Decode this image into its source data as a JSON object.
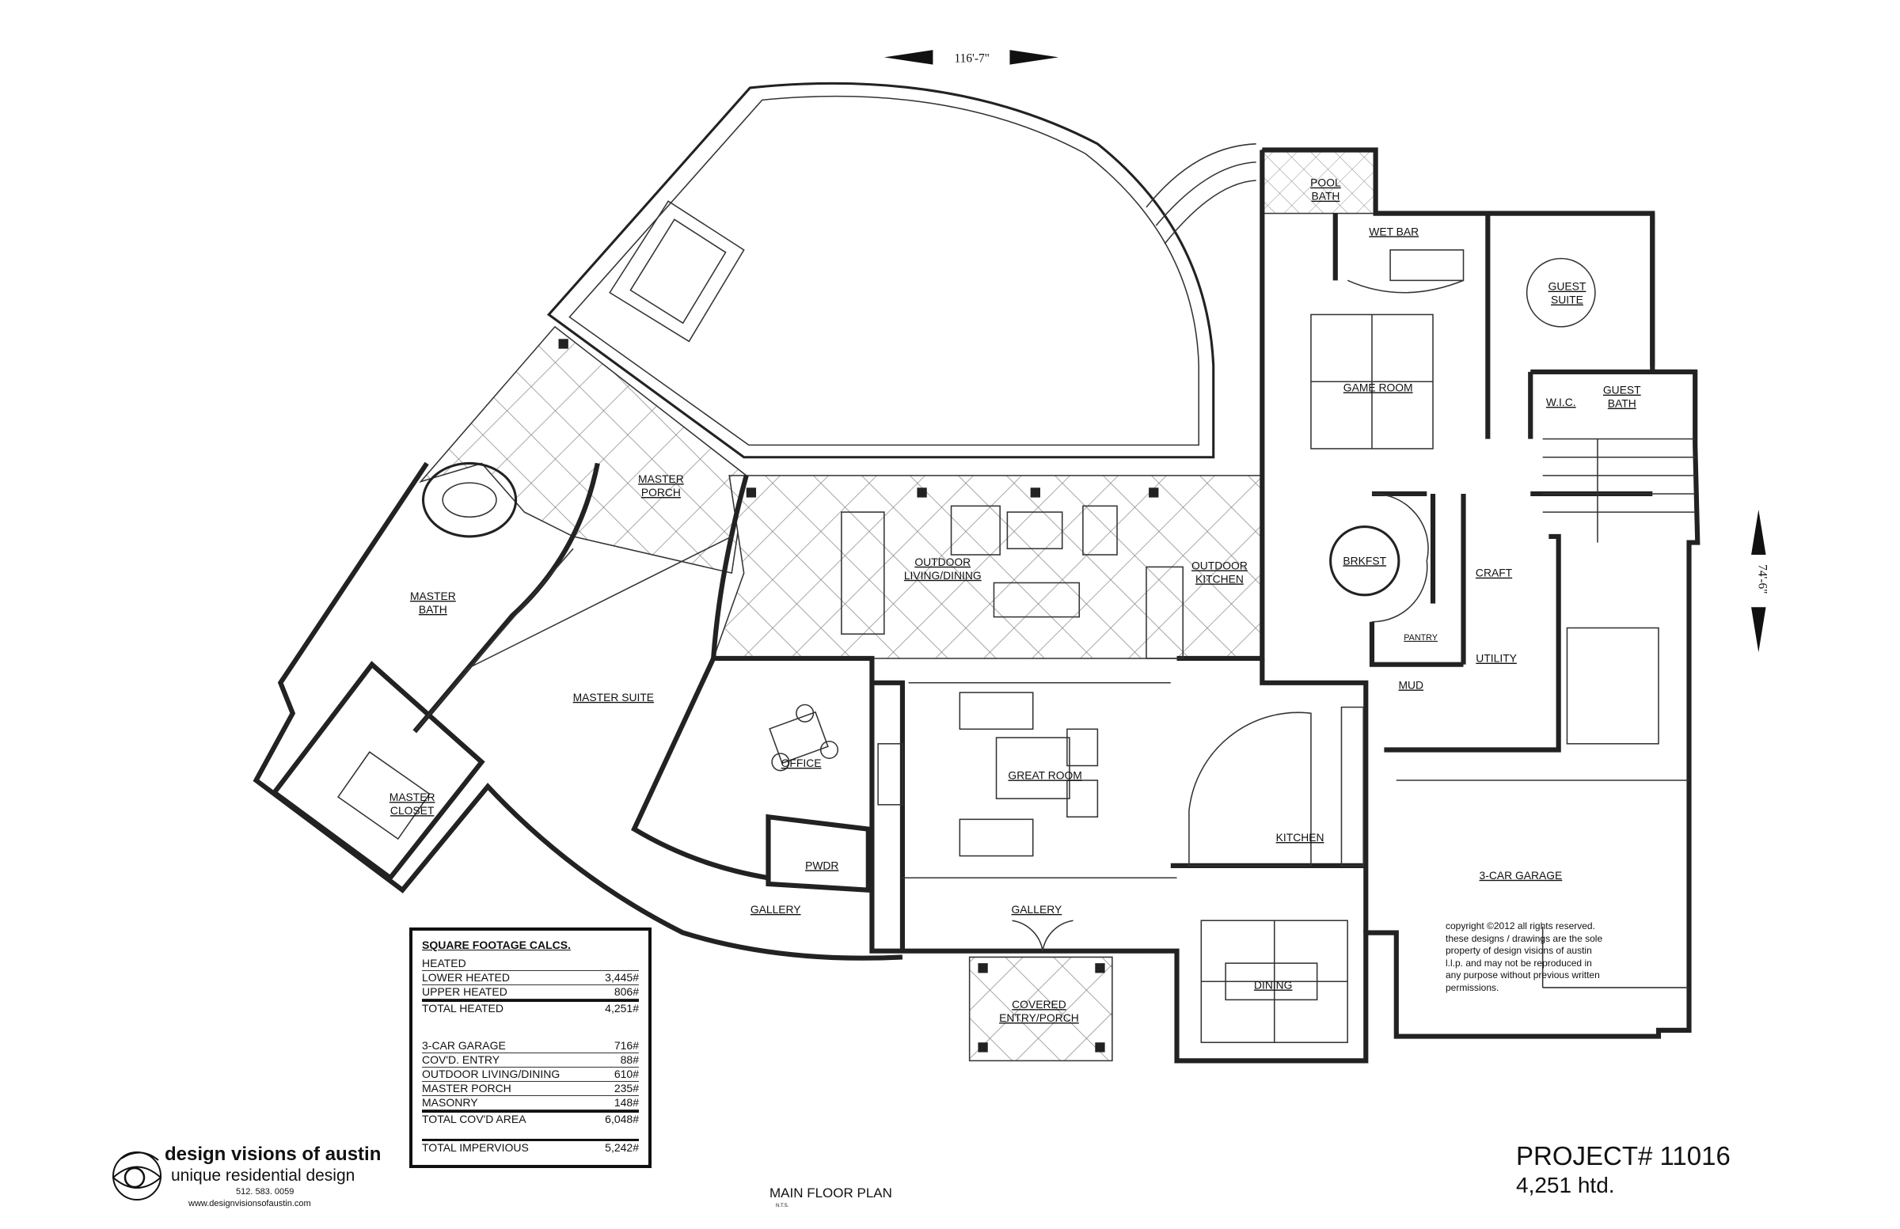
{
  "dimensions": {
    "width_label": "116'-7\"",
    "depth_label": "74'-6\""
  },
  "rooms": {
    "pool_bath": [
      "POOL",
      "BATH"
    ],
    "wet_bar": "WET BAR",
    "guest_suite": [
      "GUEST",
      "SUITE"
    ],
    "game_room": "GAME ROOM",
    "wic": "W.I.C.",
    "guest_bath": [
      "GUEST",
      "BATH"
    ],
    "master_porch": [
      "MASTER",
      "PORCH"
    ],
    "brkfst": "BRKFST",
    "craft": "CRAFT",
    "outdoor_living": [
      "OUTDOOR",
      "LIVING/DINING"
    ],
    "outdoor_kitchen": [
      "OUTDOOR",
      "KITCHEN"
    ],
    "master_bath": [
      "MASTER",
      "BATH"
    ],
    "pantry": "PANTRY",
    "utility": "UTILITY",
    "mud": "MUD",
    "master_suite": "MASTER SUITE",
    "office": "OFFICE",
    "great_room": "GREAT ROOM",
    "master_closet": [
      "MASTER",
      "CLOSET"
    ],
    "kitchen": "KITCHEN",
    "pwdr": "PWDR",
    "garage": "3-CAR GARAGE",
    "gallery_left": "GALLERY",
    "gallery_center": "GALLERY",
    "dining": "DINING",
    "covered_entry": [
      "COVERED",
      "ENTRY/PORCH"
    ]
  },
  "sqft_table": {
    "title": "SQUARE FOOTAGE CALCS.",
    "heated_header": "HEATED",
    "heated_rows": [
      {
        "label": "LOWER HEATED",
        "value": "3,445#"
      },
      {
        "label": "UPPER HEATED",
        "value": "806#"
      }
    ],
    "total_heated": {
      "label": "TOTAL HEATED",
      "value": "4,251#"
    },
    "covered_rows": [
      {
        "label": "3-CAR GARAGE",
        "value": "716#"
      },
      {
        "label": "COV'D. ENTRY",
        "value": "88#"
      },
      {
        "label": "OUTDOOR LIVING/DINING",
        "value": "610#"
      },
      {
        "label": "MASTER PORCH",
        "value": "235#"
      },
      {
        "label": "MASONRY",
        "value": "148#"
      }
    ],
    "total_covered": {
      "label": "TOTAL COV'D AREA",
      "value": "6,048#"
    },
    "total_impervious": {
      "label": "TOTAL IMPERVIOUS",
      "value": "5,242#"
    }
  },
  "logo": {
    "name": "design visions of austin",
    "tagline": "unique residential design",
    "phone": "512. 583. 0059",
    "website": "www.designvisionsofaustin.com"
  },
  "copyright": "copyright ©2012 all rights reserved.  these designs / drawings are the sole property of design visions of austin l.l.p. and may not be reproduced in any purpose without previous written permissions.",
  "plan_title": "MAIN FLOOR PLAN",
  "scale_note": "N.T.S.",
  "project": "PROJECT# 11016",
  "heated_summary": "4,251 htd."
}
